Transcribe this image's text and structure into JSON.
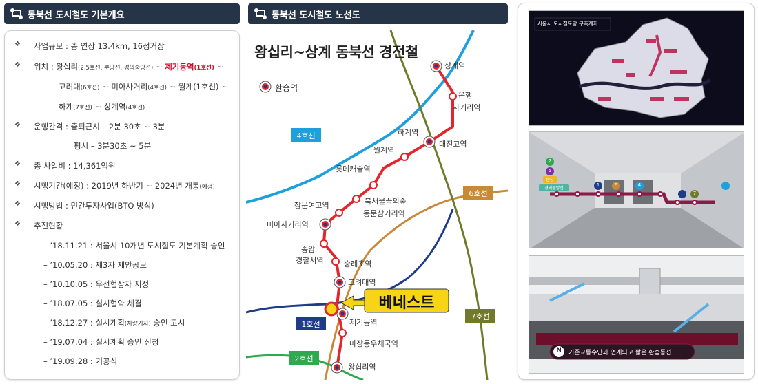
{
  "left_panel": {
    "title": "동북선 도시철도 기본개요",
    "items": [
      {
        "label": "사업규모 :  총 연장 13.4km, 16정거장"
      },
      {
        "label": "위치 : 왕십리",
        "sm1": "(2,5호선, 분당선, 경의중앙선)",
        "mid": " ~ ",
        "red": "제기동역",
        "red_sm": "(1호선)",
        "tail": " ~"
      },
      {
        "label": "고려대",
        "sm1": "(6호선)",
        "mid": " ~ 미아사거리",
        "sm2": "(4호선)",
        "tail": " ~ 월계(1호선) ~"
      },
      {
        "label": "하계",
        "sm1": "(7호선)",
        "tail": " ~ 상계역",
        "sm2": "(4호선)"
      },
      {
        "label": "운행간격 : 출퇴근시 – 2분 30초 ~ 3분"
      },
      {
        "label": "평시 – 3분30초 ~ 5분"
      },
      {
        "label": "총 사업비 : 14,361억원"
      },
      {
        "label": "시행기간(예정) : 2019년 하반기 ~ 2024년 개통",
        "sm1": "(예정)"
      },
      {
        "label": "시행방법 : 민간투자사업(BTO 방식)"
      },
      {
        "label": "추진현황"
      }
    ],
    "history": [
      {
        "text": "– ’18.11.21 : 서울시 10개년 도시철도 기본계획 승인"
      },
      {
        "text": "– ’10.05.20 : 제3자 제안공모"
      },
      {
        "text": "– ’10.10.05 : 우선협상자 지정"
      },
      {
        "text": "– ’18.07.05 : 실시협약 체결"
      },
      {
        "text": "– ’18.12.27 : 실시계획",
        "sm": "(차량기지)",
        "tail": " 승인 고시"
      },
      {
        "text": "– ’19.07.04 : 실시계획 승인 신청"
      },
      {
        "text": "– ’19.09.28 : 기공식"
      }
    ]
  },
  "map_panel": {
    "title": "동북선 도시철도 노선도",
    "map_title": "왕십리~상계 동북선 경전철",
    "legend": "환승역",
    "lines": {
      "l4": "4호선",
      "l6": "6호선",
      "l7": "7호선",
      "l1": "1호선",
      "l2": "2호선"
    },
    "stations": {
      "sanggye": "상계역",
      "eunhaeng1": "은행",
      "eunhaeng2": "사거리역",
      "hagye": "하계역",
      "daejin": "대진고역",
      "wolgye": "월계역",
      "lotte": "롯데캐슬역",
      "bukseoul1": "북서울꿈의숲",
      "bukseoul2": "동문삼거리역",
      "cheongmun": "창문여고역",
      "miasageori": "미아사거리역",
      "jongam1": "종암",
      "jongam2": "경찰서역",
      "sungrye": "숭례초역",
      "korea": "고려대역",
      "jegi": "제기동역",
      "majang": "마장동우체국역",
      "wangsimni": "왕십리역"
    },
    "marker": "베네스트"
  },
  "right_panel": {
    "thumb1_caption": "서울시 도시철도망 구축계획",
    "thumb3_caption": "기존교통수단과 연계되고 짧은 환승동선",
    "thumb3_badge": "N",
    "thumb2_tags": {
      "green": "2",
      "purple": "5",
      "yellow": "분당",
      "teal": "경의중앙선",
      "n1": "1",
      "n6": "6",
      "n4": "4",
      "n7": "7"
    }
  },
  "colors": {
    "header_bg": "#263447",
    "dongbuk_line": "#e3262b",
    "line4": "#1ea0dc",
    "line6": "#c9893a",
    "line7": "#717a2a",
    "line1": "#1f3c88",
    "line2": "#2fa84f",
    "marker_bg": "#f7d516",
    "highlight_text": "#c8102e"
  }
}
